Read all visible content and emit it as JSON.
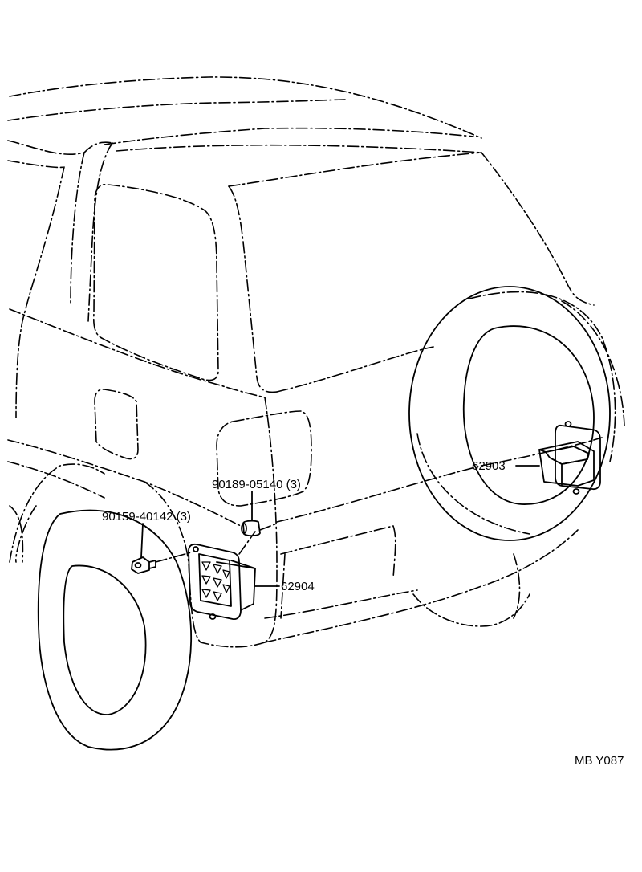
{
  "diagram": {
    "callouts": [
      {
        "id": "bolt",
        "label": "90189-05140 (3)"
      },
      {
        "id": "screw",
        "label": "90159-40142 (3)"
      },
      {
        "id": "mudguard-rear",
        "label": "62904"
      },
      {
        "id": "mudguard-tire",
        "label": "62903"
      }
    ],
    "reference_code": "MB Y087"
  }
}
